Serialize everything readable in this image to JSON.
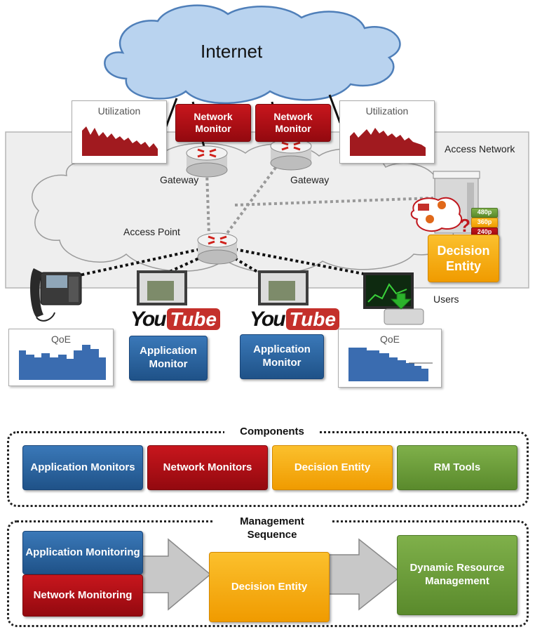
{
  "cloud": {
    "internet": "Internet"
  },
  "labels": {
    "access_network": "Access Network",
    "gateway_left": "Gateway",
    "gateway_right": "Gateway",
    "access_point": "Access Point",
    "users": "Users"
  },
  "panels": {
    "util_left": "Utilization",
    "util_right": "Utilization",
    "qoe_left": "QoE",
    "qoe_right": "QoE"
  },
  "boxes": {
    "net_mon_1": "Network Monitor",
    "net_mon_2": "Network Monitor",
    "app_mon_1": "Application Monitor",
    "app_mon_2": "Application Monitor",
    "decision_entity": "Decision Entity"
  },
  "resolutions": [
    "480p",
    "360p",
    "240p"
  ],
  "youtube": {
    "you": "You",
    "tube": "Tube"
  },
  "components": {
    "title": "Components",
    "items": [
      "Application Monitors",
      "Network Monitors",
      "Decision Entity",
      "RM Tools"
    ]
  },
  "sequence": {
    "title": "Management Sequence",
    "app_monitoring": "Application Monitoring",
    "net_monitoring": "Network Monitoring",
    "decision_entity": "Decision Entity",
    "dynamic_rm": "Dynamic Resource Management"
  },
  "colors": {
    "blue": "#2a66a6",
    "red": "#b3121a",
    "orange": "#f5ae12",
    "green": "#6c9e3a",
    "bar_red": "#a11a1f",
    "bar_blue": "#3a6cb0"
  }
}
